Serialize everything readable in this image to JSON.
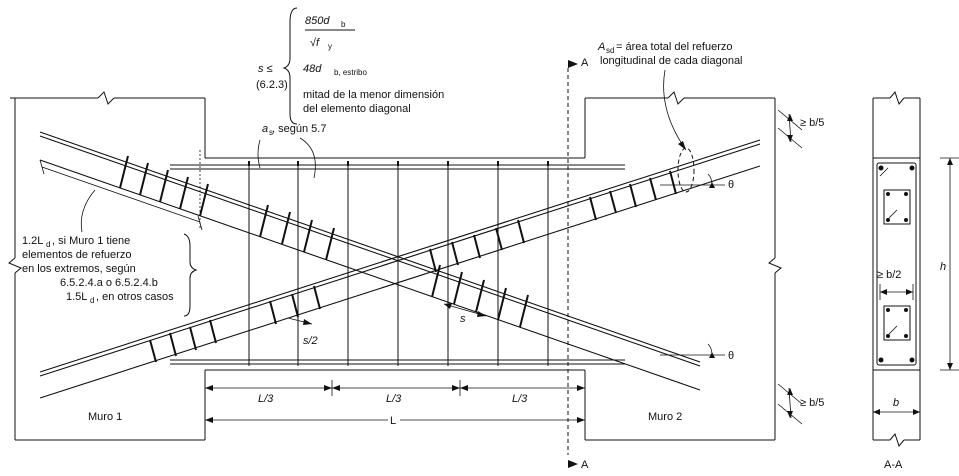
{
  "formula": {
    "s_label": "s ≤",
    "s_ref": "(6.2.3)",
    "opt1_num": "850d",
    "opt1_sub": "b",
    "opt1_den": "√f",
    "opt1_den_sub": "y",
    "opt2": "48d",
    "opt2_sub": "b, estribo",
    "opt3_line1": "mitad de la menor dimensión",
    "opt3_line2": "del elemento diagonal"
  },
  "asd": {
    "symbol": "A",
    "sub": "sd",
    "line1": " = área total del refuerzo",
    "line2": "longitudinal de cada diagonal"
  },
  "as_label": {
    "symbol": "a",
    "sub": "s",
    "text": ", según 5.7"
  },
  "ld_note": {
    "line1a": "1.2L",
    "line1sub": "d",
    "line1b": " , si Muro 1 tiene",
    "line2": "elementos de refuerzo",
    "line3": "en los extremos, según",
    "line4": "6.5.2.4.a o 6.5.2.4.b",
    "line5a": "1.5L",
    "line5sub": "d",
    "line5b": " , en otros casos"
  },
  "dims": {
    "b5_top": "≥ b/5",
    "b5_bot": "≥ b/5",
    "s_half": "s/2",
    "s": "s",
    "theta_top": "θ",
    "theta_bot": "θ",
    "l3a": "L/3",
    "l3b": "L/3",
    "l3c": "L/3",
    "L": "L"
  },
  "walls": {
    "left": "Muro 1",
    "right": "Muro 2"
  },
  "section": {
    "cut_top": "A",
    "cut_bot": "A",
    "b_half": "≥ b/2",
    "h": "h",
    "b": "b",
    "title": "A-A"
  }
}
